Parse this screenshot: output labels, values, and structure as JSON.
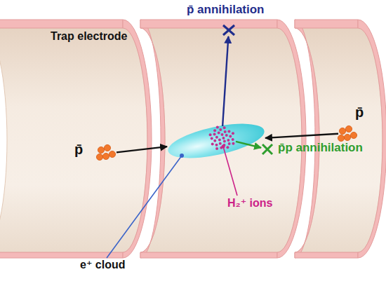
{
  "diagram": {
    "nodes": [
      {
        "text": [
          "p̄"
        ]
      },
      {
        "text": [
          "p̄"
        ]
      },
      {
        "text": [
          "e⁺ cloud"
        ]
      },
      {
        "text": [
          "H₂⁺ ions"
        ],
        "in": 2
      },
      {
        "text": [
          "p̄ annihilation"
        ]
      },
      {
        "text": [
          "p̄p annihilation"
        ]
      }
    ],
    "edges": [
      {
        "from": 0,
        "to": 2,
        "arrow": "to"
      },
      {
        "from": 1,
        "to": 2,
        "arrow": "to"
      },
      {
        "from": 3,
        "to": 4,
        "arrow": "to"
      },
      {
        "from": 3,
        "to": 5,
        "arrow": "to"
      }
    ],
    "labels": [
      "Trap electrode"
    ]
  }
}
